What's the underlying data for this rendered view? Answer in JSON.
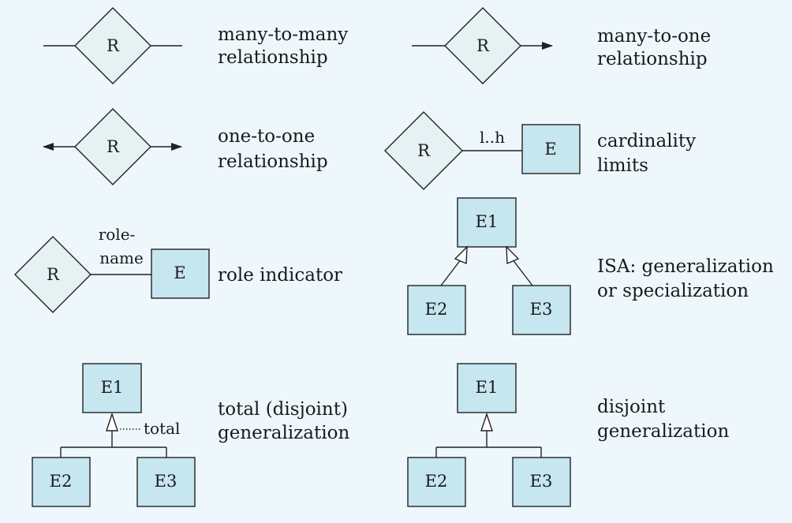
{
  "diagram": {
    "many_to_many": {
      "symbol": "R",
      "label_line1": "many-to-many",
      "label_line2": "relationship"
    },
    "many_to_one": {
      "symbol": "R",
      "label_line1": "many-to-one",
      "label_line2": "relationship"
    },
    "one_to_one": {
      "symbol": "R",
      "label_line1": "one-to-one",
      "label_line2": "relationship"
    },
    "cardinality": {
      "rel": "R",
      "limits": "l..h",
      "entity": "E",
      "label_line1": "cardinality",
      "label_line2": "limits"
    },
    "role": {
      "rel": "R",
      "role_line1": "role-",
      "role_line2": "name",
      "entity": "E",
      "label": "role indicator"
    },
    "isa": {
      "parent": "E1",
      "child1": "E2",
      "child2": "E3",
      "label_line1": "ISA: generalization",
      "label_line2": "or specialization"
    },
    "total": {
      "parent": "E1",
      "child1": "E2",
      "child2": "E3",
      "marker": "total",
      "label_line1": "total (disjoint)",
      "label_line2": "generalization"
    },
    "disjoint": {
      "parent": "E1",
      "child1": "E2",
      "child2": "E3",
      "label_line1": "disjoint",
      "label_line2": "generalization"
    }
  }
}
